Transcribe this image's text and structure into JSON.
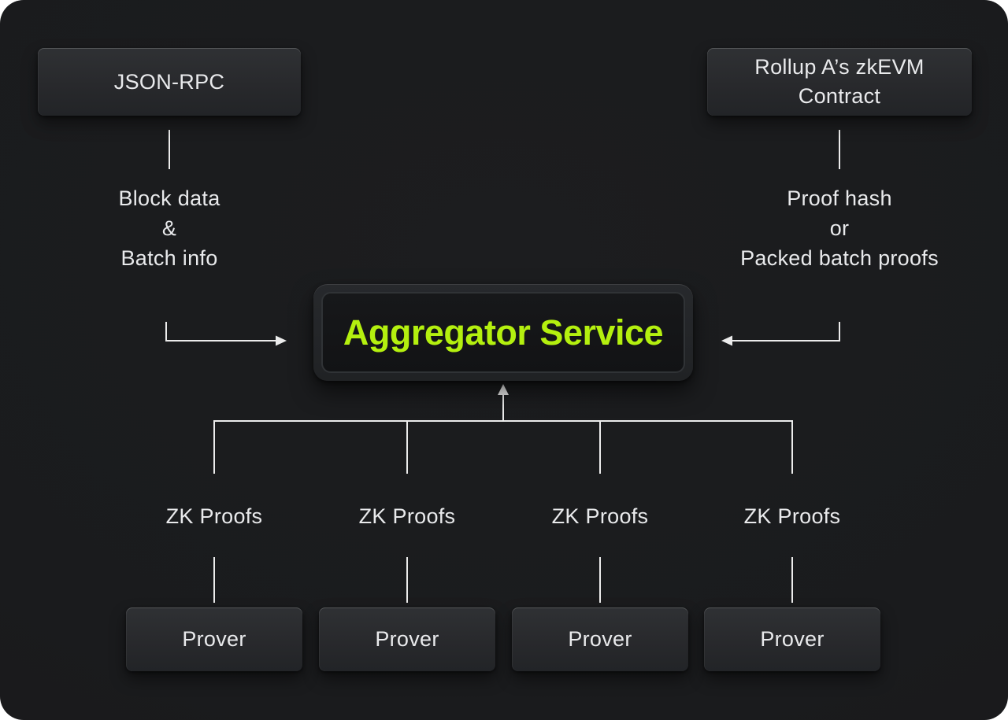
{
  "page": {
    "background": "#1a1b1d",
    "accent_green": "#b4f00f",
    "wire_color": "#ececec",
    "text_color": "#e9eaec"
  },
  "nodes": {
    "json_rpc": {
      "label": "JSON-RPC"
    },
    "rollup_contract": {
      "label": "Rollup A’s zkEVM Contract",
      "lines": [
        "Rollup A’s zkEVM",
        "Contract"
      ]
    },
    "aggregator": {
      "label": "Aggregator Service"
    },
    "provers": [
      "Prover",
      "Prover",
      "Prover",
      "Prover"
    ]
  },
  "flows": {
    "left": {
      "lines": [
        "Block data",
        "&",
        "Batch info"
      ]
    },
    "right": {
      "lines": [
        "Proof hash",
        "or",
        "Packed batch proofs"
      ]
    },
    "proof_labels": [
      "ZK Proofs",
      "ZK Proofs",
      "ZK Proofs",
      "ZK Proofs"
    ]
  }
}
